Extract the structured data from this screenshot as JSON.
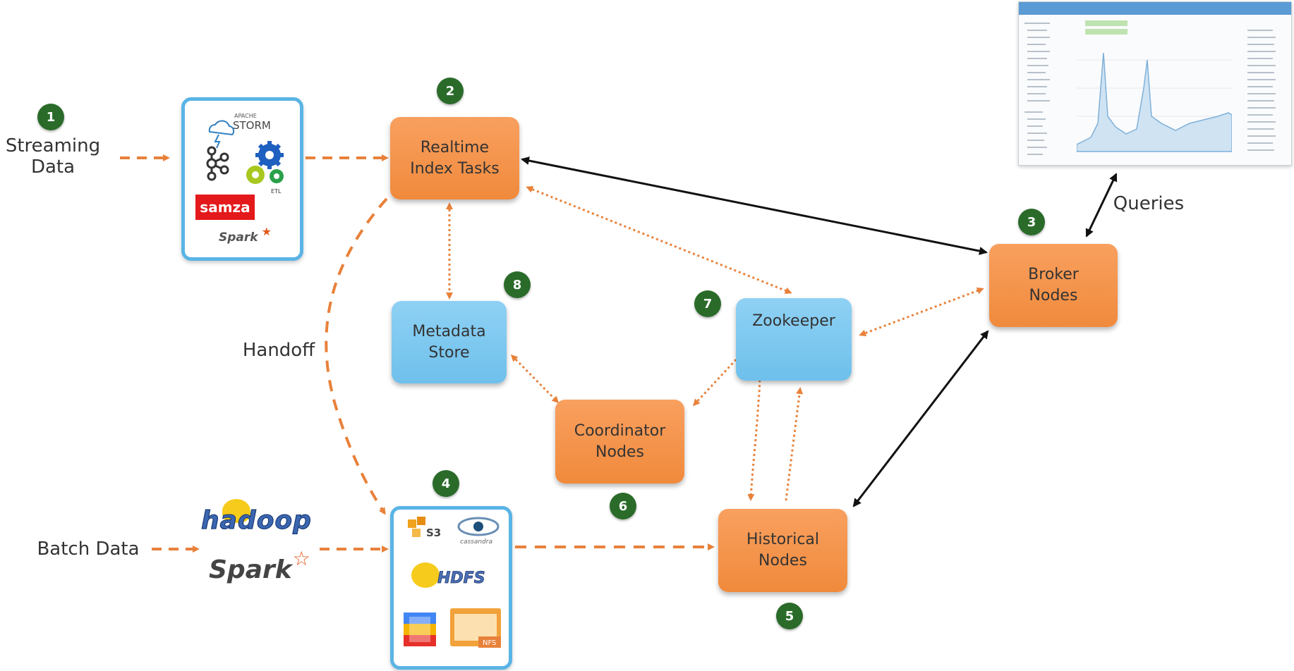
{
  "labels": {
    "streaming": [
      "Streaming",
      "Data"
    ],
    "batch": "Batch Data",
    "handoff": "Handoff",
    "queries": "Queries"
  },
  "nodes": {
    "realtime": [
      "Realtime",
      "Index  Tasks"
    ],
    "broker": [
      "Broker",
      "Nodes"
    ],
    "metadata": [
      "Metadata",
      "Store"
    ],
    "zookeeper": "Zookeeper",
    "coordinator": [
      "Coordinator",
      "Nodes"
    ],
    "historical": [
      "Historical",
      "Nodes"
    ]
  },
  "badges": {
    "b1": "1",
    "b2": "2",
    "b3": "3",
    "b4": "4",
    "b5": "5",
    "b6": "6",
    "b7": "7",
    "b8": "8"
  },
  "logos": {
    "storm": [
      "APACHE",
      "STORM"
    ],
    "etl": "ETL",
    "samza": "samza",
    "spark": "Spark",
    "hadoop": "hadoop",
    "s3": "S3",
    "cassandra": "cassandra",
    "hdfs": "HDFS",
    "nfs": "NFS"
  },
  "colors": {
    "orange_node": "#f08a3c",
    "blue_node": "#6ec0ec",
    "badge_green": "#2a6b2a",
    "dashed_arrow": "#e8813a",
    "frame_blue": "#5ab4e5"
  }
}
